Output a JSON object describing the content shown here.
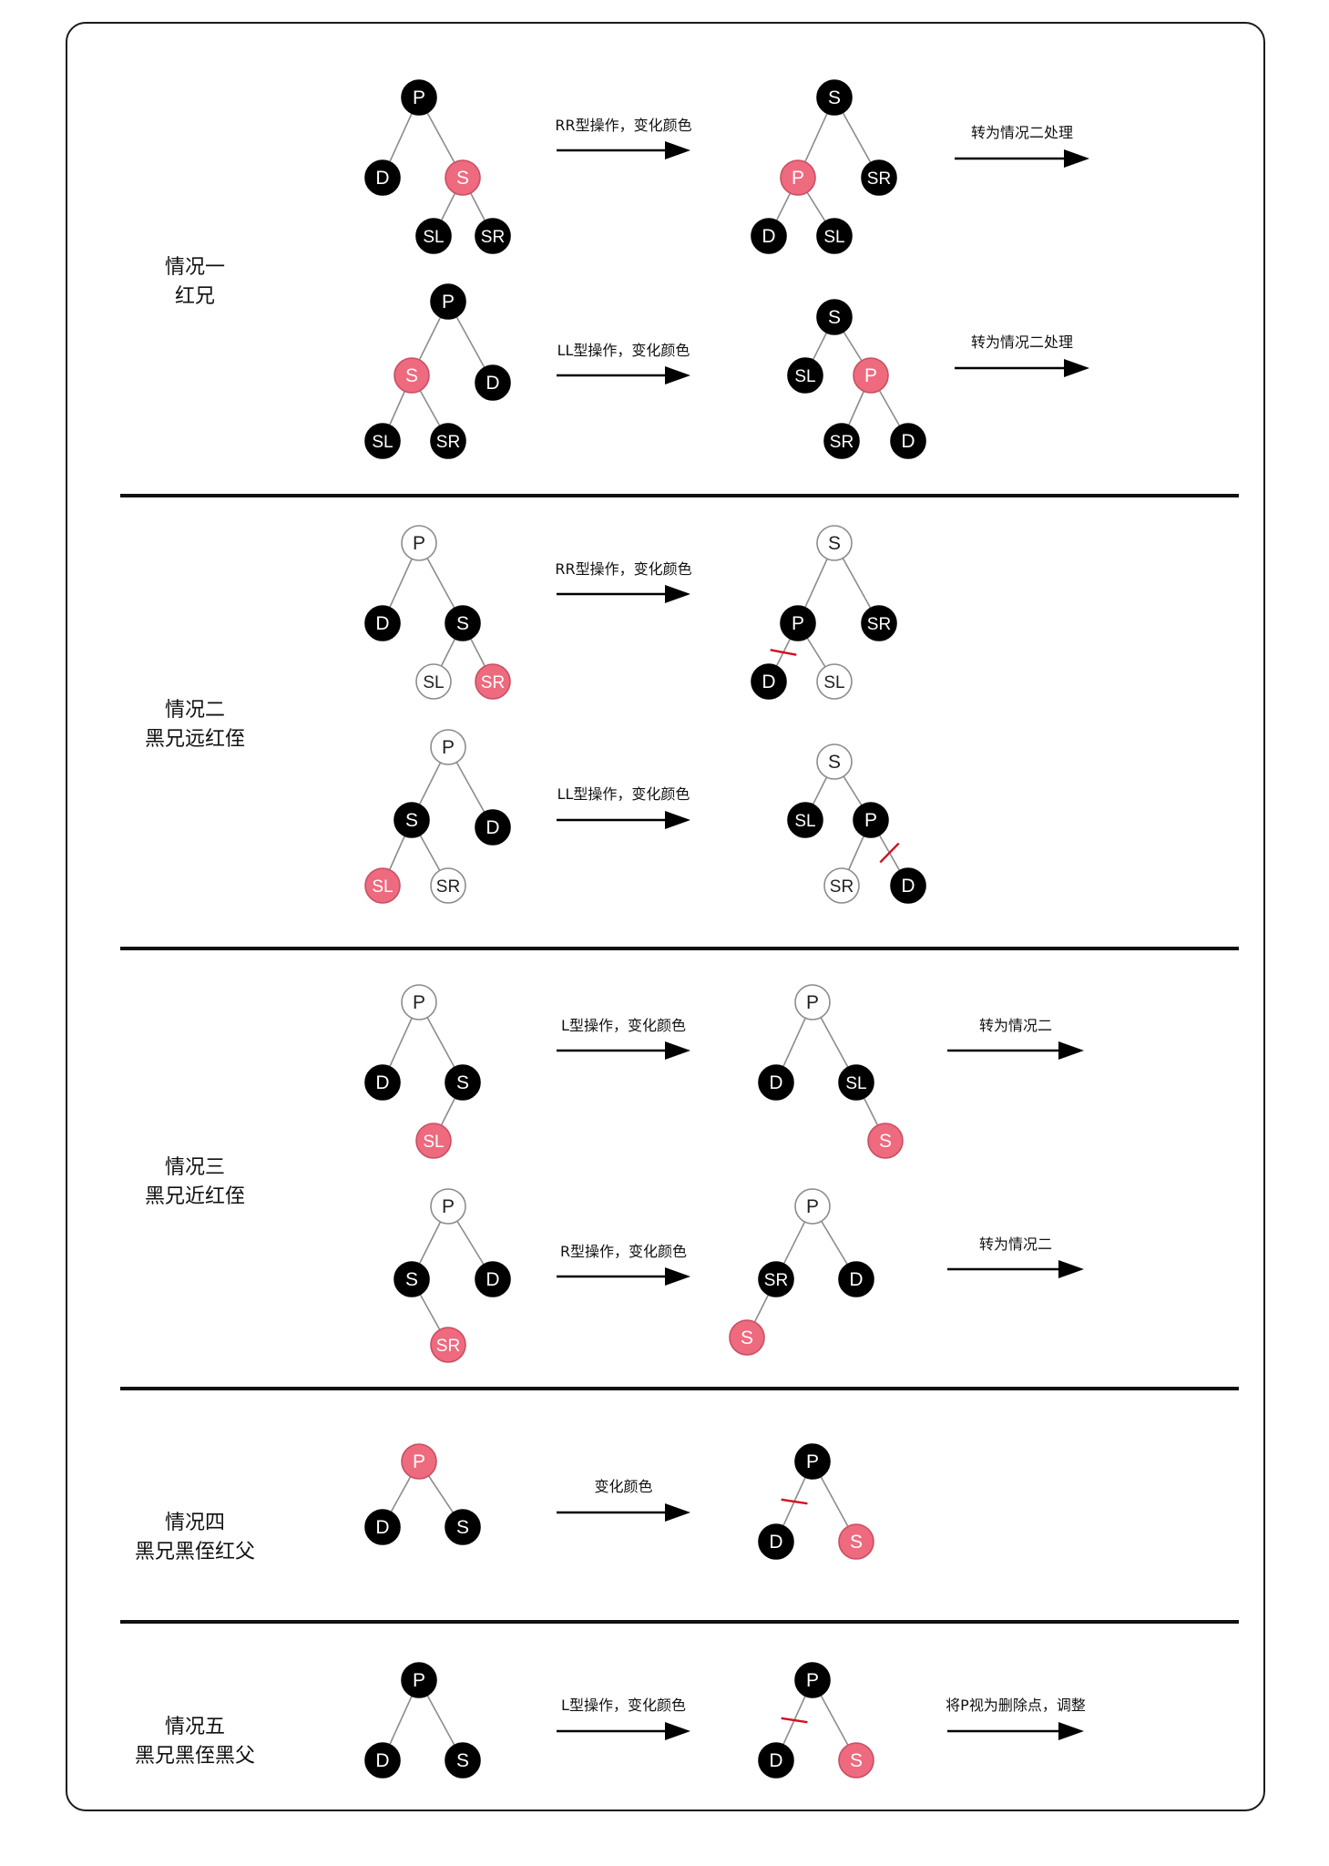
{
  "colors": {
    "black": "#000000",
    "red": "#ee6a7e",
    "white": "#ffffff",
    "edge": "#8c8c8c",
    "cut": "#d01020",
    "divider": "#111111"
  },
  "cases": [
    {
      "id": "case1",
      "lines": [
        "情况一",
        "红兄"
      ]
    },
    {
      "id": "case2",
      "lines": [
        "情况二",
        "黑兄远红侄"
      ]
    },
    {
      "id": "case3",
      "lines": [
        "情况三",
        "黑兄近红侄"
      ]
    },
    {
      "id": "case4",
      "lines": [
        "情况四",
        "黑兄黑侄红父"
      ]
    },
    {
      "id": "case5",
      "lines": [
        "情况五",
        "黑兄黑侄黑父"
      ]
    }
  ],
  "trees": [
    {
      "id": "c1a-before",
      "nodes": [
        [
          "P",
          "black"
        ],
        [
          "D",
          "black"
        ],
        [
          "S",
          "red"
        ],
        [
          "SL",
          "black"
        ],
        [
          "SR",
          "black"
        ]
      ]
    },
    {
      "id": "c1a-after",
      "nodes": [
        [
          "S",
          "black"
        ],
        [
          "P",
          "red"
        ],
        [
          "SR",
          "black"
        ],
        [
          "D",
          "black"
        ],
        [
          "SL",
          "black"
        ]
      ]
    },
    {
      "id": "c1b-before",
      "nodes": [
        [
          "P",
          "black"
        ],
        [
          "S",
          "red"
        ],
        [
          "D",
          "black"
        ],
        [
          "SL",
          "black"
        ],
        [
          "SR",
          "black"
        ]
      ]
    },
    {
      "id": "c1b-after",
      "nodes": [
        [
          "S",
          "black"
        ],
        [
          "SL",
          "black"
        ],
        [
          "P",
          "red"
        ],
        [
          "SR",
          "black"
        ],
        [
          "D",
          "black"
        ]
      ]
    },
    {
      "id": "c2a-before",
      "nodes": [
        [
          "P",
          "white"
        ],
        [
          "D",
          "black"
        ],
        [
          "S",
          "black"
        ],
        [
          "SL",
          "white"
        ],
        [
          "SR",
          "red"
        ]
      ]
    },
    {
      "id": "c2a-after",
      "nodes": [
        [
          "S",
          "white"
        ],
        [
          "P",
          "black"
        ],
        [
          "SR",
          "black"
        ],
        [
          "D",
          "black"
        ],
        [
          "SL",
          "white"
        ]
      ]
    },
    {
      "id": "c2b-before",
      "nodes": [
        [
          "P",
          "white"
        ],
        [
          "S",
          "black"
        ],
        [
          "D",
          "black"
        ],
        [
          "SL",
          "red"
        ],
        [
          "SR",
          "white"
        ]
      ]
    },
    {
      "id": "c2b-after",
      "nodes": [
        [
          "S",
          "white"
        ],
        [
          "SL",
          "black"
        ],
        [
          "P",
          "black"
        ],
        [
          "SR",
          "white"
        ],
        [
          "D",
          "black"
        ]
      ]
    },
    {
      "id": "c3a-before",
      "nodes": [
        [
          "P",
          "white"
        ],
        [
          "D",
          "black"
        ],
        [
          "S",
          "black"
        ],
        [
          "SL",
          "red"
        ]
      ]
    },
    {
      "id": "c3a-after",
      "nodes": [
        [
          "P",
          "white"
        ],
        [
          "D",
          "black"
        ],
        [
          "SL",
          "black"
        ],
        [
          "S",
          "red"
        ]
      ]
    },
    {
      "id": "c3b-before",
      "nodes": [
        [
          "P",
          "white"
        ],
        [
          "S",
          "black"
        ],
        [
          "D",
          "black"
        ],
        [
          "SR",
          "red"
        ]
      ]
    },
    {
      "id": "c3b-after",
      "nodes": [
        [
          "P",
          "white"
        ],
        [
          "SR",
          "black"
        ],
        [
          "D",
          "black"
        ],
        [
          "S",
          "red"
        ]
      ]
    },
    {
      "id": "c4-before",
      "nodes": [
        [
          "P",
          "red"
        ],
        [
          "D",
          "black"
        ],
        [
          "S",
          "black"
        ]
      ]
    },
    {
      "id": "c4-after",
      "nodes": [
        [
          "P",
          "black"
        ],
        [
          "D",
          "black"
        ],
        [
          "S",
          "red"
        ]
      ]
    },
    {
      "id": "c5-before",
      "nodes": [
        [
          "P",
          "black"
        ],
        [
          "D",
          "black"
        ],
        [
          "S",
          "black"
        ]
      ]
    },
    {
      "id": "c5-after",
      "nodes": [
        [
          "P",
          "black"
        ],
        [
          "D",
          "black"
        ],
        [
          "S",
          "red"
        ]
      ]
    }
  ],
  "arrows": [
    {
      "id": "c1a-op",
      "label": "RR型操作，变化颜色"
    },
    {
      "id": "c1a-next",
      "label": "转为情况二处理"
    },
    {
      "id": "c1b-op",
      "label": "LL型操作，变化颜色"
    },
    {
      "id": "c1b-next",
      "label": "转为情况二处理"
    },
    {
      "id": "c2a-op",
      "label": "RR型操作，变化颜色"
    },
    {
      "id": "c2b-op",
      "label": "LL型操作，变化颜色"
    },
    {
      "id": "c3a-op",
      "label": "L型操作，变化颜色"
    },
    {
      "id": "c3a-next",
      "label": "转为情况二"
    },
    {
      "id": "c3b-op",
      "label": "R型操作，变化颜色"
    },
    {
      "id": "c3b-next",
      "label": "转为情况二"
    },
    {
      "id": "c4-op",
      "label": "变化颜色"
    },
    {
      "id": "c5-op",
      "label": "L型操作，变化颜色"
    },
    {
      "id": "c5-next",
      "label": "将P视为删除点，调整"
    }
  ]
}
